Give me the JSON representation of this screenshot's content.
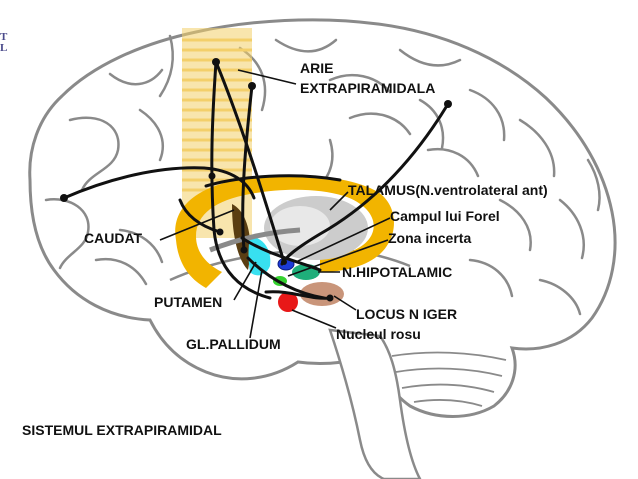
{
  "title": "SISTEMUL EXTRAPIRAMIDAL",
  "labels": {
    "arie_line1": "ARIE",
    "arie_line2": "EXTRAPIRAMIDALA",
    "talamus": "TALAMUS(N.ventrolateral ant)",
    "campul_forel": "Campul lui Forel",
    "zona_incerta": "Zona incerta",
    "caudat": "CAUDAT",
    "n_hipotalamic": "N.HIPOTALAMIC",
    "putamen": "PUTAMEN",
    "locus_niger": "LOCUS N IGER",
    "nucleul_rosu": "Nucleul rosu",
    "gl_pallidum": "GL.PALLIDUM"
  },
  "corner_badge": {
    "line1": "T",
    "line2": "L"
  },
  "colors": {
    "brain_outline": "#8a8a8a",
    "brain_fill": "#ffffff",
    "extrapyramidal_area": "#f3cf6a",
    "caudate_ring": "#f2b400",
    "thalamus": "#cccccc",
    "putamen": "#5a3e12",
    "pallidum": "#38e0f0",
    "subthalamic": "#1fae7a",
    "zona_incerta_dot": "#1d3bd8",
    "forel_field": "#35d12f",
    "substantia_nigra": "#c9957a",
    "red_nucleus": "#e81818",
    "pathways": "#111111"
  }
}
